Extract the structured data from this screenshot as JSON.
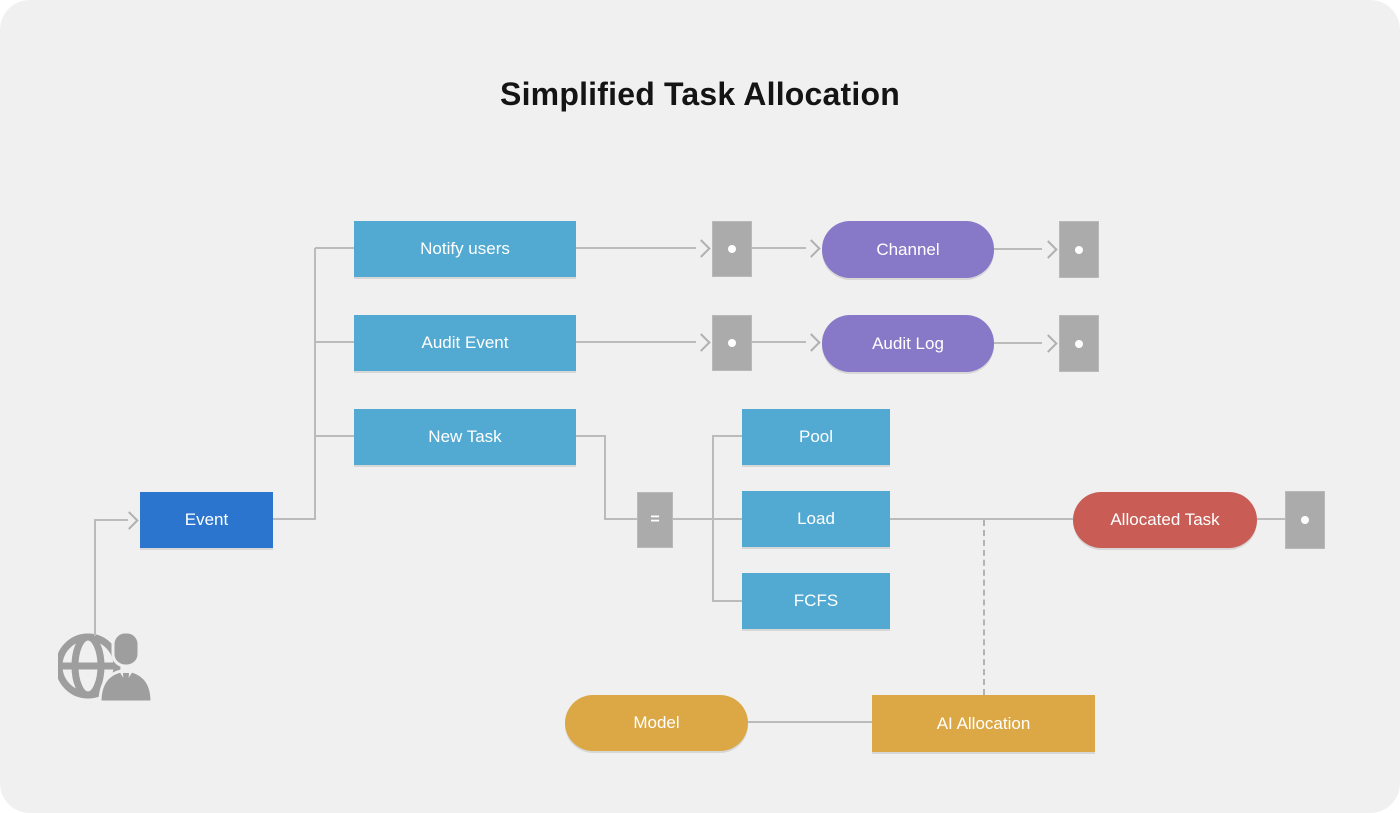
{
  "title": "Simplified Task Allocation",
  "nodes": {
    "event": {
      "label": "Event",
      "color": "#2b75cf"
    },
    "notify_users": {
      "label": "Notify users",
      "color": "#52aad2"
    },
    "audit_event": {
      "label": "Audit Event",
      "color": "#52aad2"
    },
    "new_task": {
      "label": "New Task",
      "color": "#52aad2"
    },
    "pool": {
      "label": "Pool",
      "color": "#52aad2"
    },
    "load": {
      "label": "Load",
      "color": "#52aad2"
    },
    "fcfs": {
      "label": "FCFS",
      "color": "#52aad2"
    },
    "channel": {
      "label": "Channel",
      "color": "#8878c8"
    },
    "audit_log": {
      "label": "Audit Log",
      "color": "#8878c8"
    },
    "allocated_task": {
      "label": "Allocated Task",
      "color": "#c95d55"
    },
    "model": {
      "label": "Model",
      "color": "#dba845"
    },
    "ai_allocation": {
      "label": "AI Allocation",
      "color": "#dba845"
    }
  },
  "ports": {
    "equals_label": "="
  },
  "colors": {
    "background": "#f0f0f0",
    "port_gray": "#ababab",
    "connector_gray": "#bbbbbb",
    "icon_gray": "#9e9e9e",
    "title_text": "#141414",
    "node_text": "#ffffff"
  }
}
